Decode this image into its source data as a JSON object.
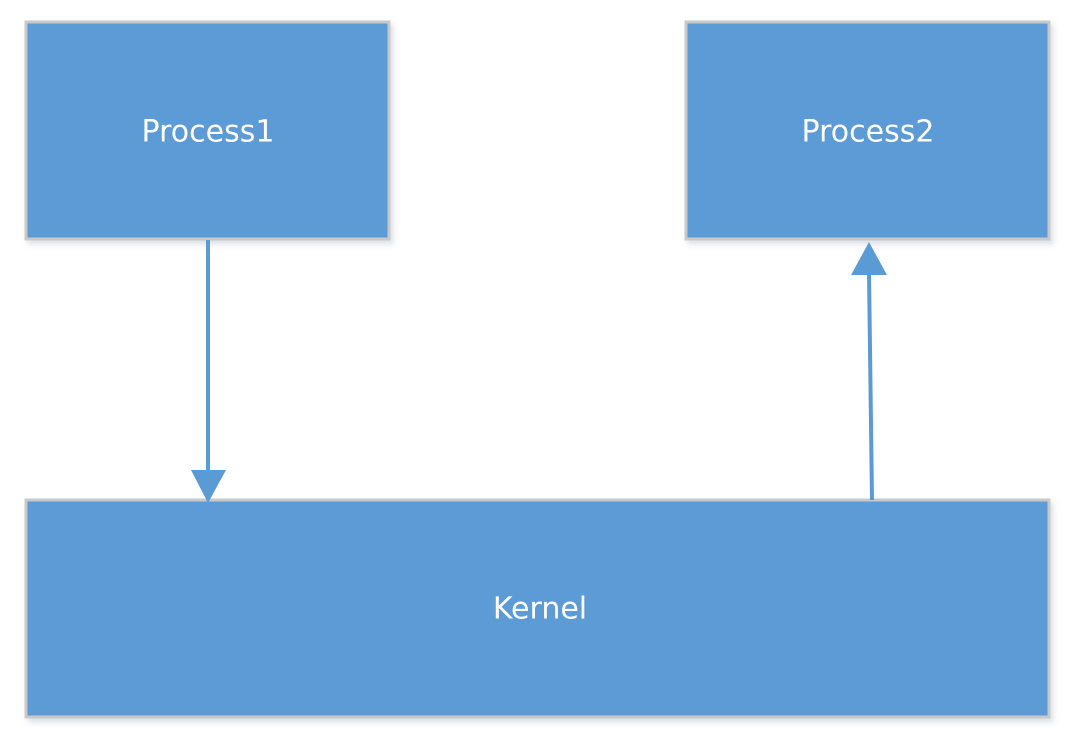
{
  "nodes": {
    "process1": {
      "label": "Process1"
    },
    "process2": {
      "label": "Process2"
    },
    "kernel": {
      "label": "Kernel"
    }
  },
  "colors": {
    "box_fill": "#5b9bd5",
    "box_border": "#c9c9c9",
    "arrow": "#5b9bd5",
    "text": "#ffffff"
  }
}
